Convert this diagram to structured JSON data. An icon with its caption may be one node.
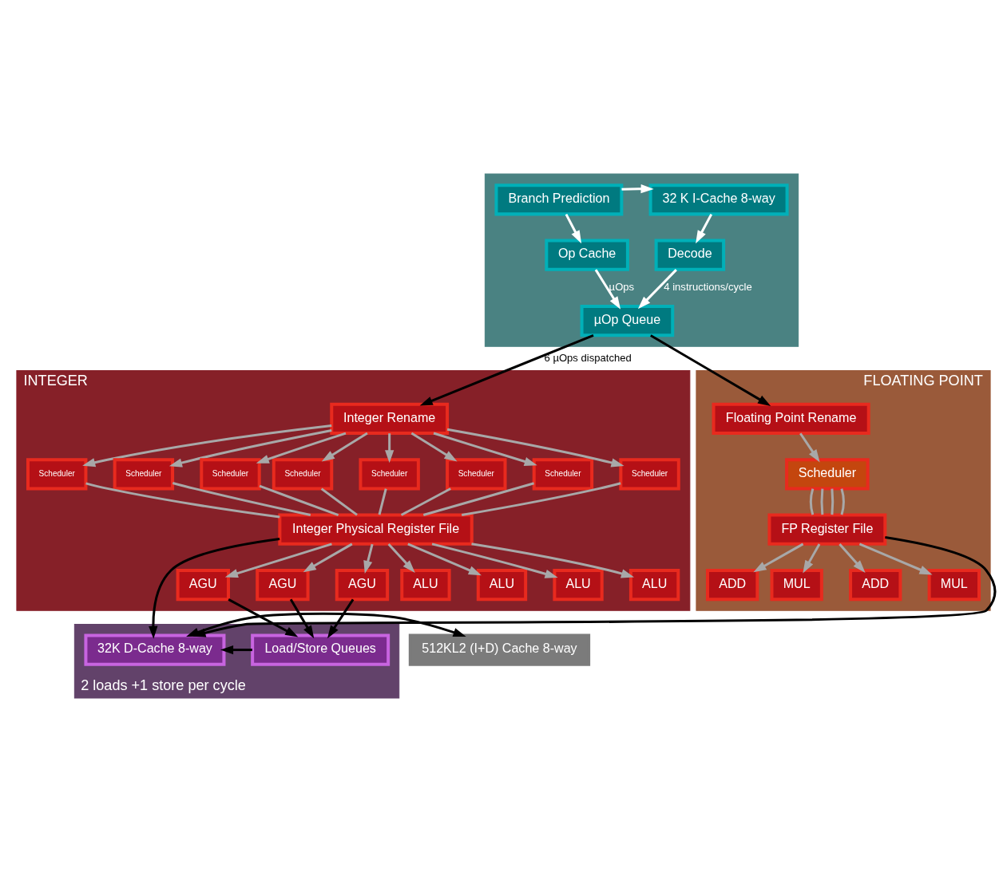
{
  "diagram": {
    "nodes": [
      {
        "text": [],
        "shape": "box"
      },
      {
        "text": [
          "32 K I-Cache 8-way"
        ],
        "in": 0
      },
      {
        "text": [
          "Branch Prediction"
        ],
        "in": 0
      },
      {
        "text": [
          "Decode"
        ],
        "in": 0
      },
      {
        "text": [
          "Op Cache"
        ],
        "in": 0
      },
      {
        "text": [
          "µOp Queue"
        ],
        "in": 0
      },
      {
        "text": [
          "INTEGER"
        ]
      },
      {
        "text": [
          "Integer Rename"
        ],
        "in": 6
      },
      {
        "text": [
          "Scheduler"
        ],
        "in": 6
      },
      {
        "text": [
          "Scheduler"
        ],
        "in": 6
      },
      {
        "text": [
          "Scheduler"
        ],
        "in": 6
      },
      {
        "text": [
          "Scheduler"
        ],
        "in": 6
      },
      {
        "text": [
          "Scheduler"
        ],
        "in": 6
      },
      {
        "text": [
          "Scheduler"
        ],
        "in": 6
      },
      {
        "text": [
          "Scheduler"
        ],
        "in": 6
      },
      {
        "text": [
          "Scheduler"
        ],
        "in": 6
      },
      {
        "text": [
          "Integer Physical Register File"
        ],
        "in": 6
      },
      {
        "text": [
          "ALU"
        ],
        "in": 6
      },
      {
        "text": [
          "ALU"
        ],
        "in": 6
      },
      {
        "text": [
          "ALU"
        ],
        "in": 6
      },
      {
        "text": [
          "ALU"
        ],
        "in": 6
      },
      {
        "text": [
          "AGU"
        ],
        "in": 6
      },
      {
        "text": [
          "AGU"
        ],
        "in": 6
      },
      {
        "text": [
          "AGU"
        ],
        "in": 6
      },
      {
        "text": [
          "FLOATING POINT"
        ]
      },
      {
        "text": [
          "Floating Point Rename"
        ],
        "in": 24
      },
      {
        "text": [
          "Scheduler"
        ],
        "in": 24
      },
      {
        "text": [
          "FP Register File"
        ],
        "in": 24
      },
      {
        "text": [
          "MUL"
        ],
        "in": 24
      },
      {
        "text": [
          "ADD"
        ],
        "in": 24
      },
      {
        "text": [
          "MUL"
        ],
        "in": 24
      },
      {
        "text": [
          "ADD"
        ],
        "in": 24
      },
      {
        "text": [
          "2 loads +1 store per cycle"
        ]
      },
      {
        "text": [
          "Load/Store Queues"
        ],
        "in": 32
      },
      {
        "text": [
          "32K D-Cache 8-way"
        ],
        "in": 32
      },
      {
        "text": [
          "512KL2 (I+D) Cache 8-way"
        ]
      }
    ],
    "edges": [
      {
        "from": 2,
        "to": 1,
        "arrow": "to",
        "color": "#ffffff"
      },
      {
        "from": 1,
        "to": 3,
        "arrow": "to",
        "color": "#ffffff"
      },
      {
        "from": 2,
        "to": 4,
        "arrow": "to",
        "color": "#ffffff"
      },
      {
        "from": 3,
        "to": 5,
        "arrow": "to",
        "label": "4 instructions/cycle",
        "color": "#ffffff"
      },
      {
        "from": 4,
        "to": 5,
        "arrow": "to",
        "label": "µOps",
        "color": "#ffffff"
      },
      {
        "from": 5,
        "to": 7,
        "arrow": "to",
        "label": "6 µOps dispatched",
        "color": "#000000"
      },
      {
        "from": 5,
        "to": 25,
        "arrow": "to",
        "color": "#000000"
      },
      {
        "from": 7,
        "to": 8,
        "arrow": "to"
      },
      {
        "from": 7,
        "to": 9,
        "arrow": "to"
      },
      {
        "from": 7,
        "to": 10,
        "arrow": "to"
      },
      {
        "from": 7,
        "to": 11,
        "arrow": "to"
      },
      {
        "from": 7,
        "to": 12,
        "arrow": "to"
      },
      {
        "from": 7,
        "to": 13,
        "arrow": "to"
      },
      {
        "from": 7,
        "to": 14,
        "arrow": "to"
      },
      {
        "from": 7,
        "to": 15,
        "arrow": "to"
      },
      {
        "from": 8,
        "to": 16,
        "arrow": "none"
      },
      {
        "from": 9,
        "to": 16,
        "arrow": "none"
      },
      {
        "from": 10,
        "to": 16,
        "arrow": "none"
      },
      {
        "from": 11,
        "to": 16,
        "arrow": "none"
      },
      {
        "from": 12,
        "to": 16,
        "arrow": "none"
      },
      {
        "from": 13,
        "to": 16,
        "arrow": "none"
      },
      {
        "from": 14,
        "to": 16,
        "arrow": "none"
      },
      {
        "from": 15,
        "to": 16,
        "arrow": "none"
      },
      {
        "from": 16,
        "to": 17,
        "arrow": "to"
      },
      {
        "from": 16,
        "to": 18,
        "arrow": "to"
      },
      {
        "from": 16,
        "to": 19,
        "arrow": "to"
      },
      {
        "from": 16,
        "to": 20,
        "arrow": "to"
      },
      {
        "from": 16,
        "to": 21,
        "arrow": "to"
      },
      {
        "from": 16,
        "to": 22,
        "arrow": "to"
      },
      {
        "from": 16,
        "to": 23,
        "arrow": "to"
      },
      {
        "from": 25,
        "to": 26,
        "arrow": "to"
      },
      {
        "from": 26,
        "to": 27,
        "arrow": "none"
      },
      {
        "from": 26,
        "to": 27,
        "arrow": "none"
      },
      {
        "from": 26,
        "to": 27,
        "arrow": "none"
      },
      {
        "from": 26,
        "to": 27,
        "arrow": "none"
      },
      {
        "from": 27,
        "to": 28,
        "arrow": "to"
      },
      {
        "from": 27,
        "to": 29,
        "arrow": "to"
      },
      {
        "from": 27,
        "to": 30,
        "arrow": "to"
      },
      {
        "from": 27,
        "to": 31,
        "arrow": "to"
      },
      {
        "from": 21,
        "to": 33,
        "arrow": "to",
        "color": "#000000"
      },
      {
        "from": 22,
        "to": 33,
        "arrow": "to",
        "color": "#000000"
      },
      {
        "from": 23,
        "to": 33,
        "arrow": "to",
        "color": "#000000"
      },
      {
        "from": 16,
        "to": 34,
        "arrow": "to",
        "color": "#000000"
      },
      {
        "from": 27,
        "to": 34,
        "arrow": "to",
        "color": "#000000"
      },
      {
        "from": 33,
        "to": 34,
        "arrow": "to",
        "color": "#000000"
      },
      {
        "from": 34,
        "to": 35,
        "arrow": "both",
        "color": "#000000"
      }
    ]
  }
}
